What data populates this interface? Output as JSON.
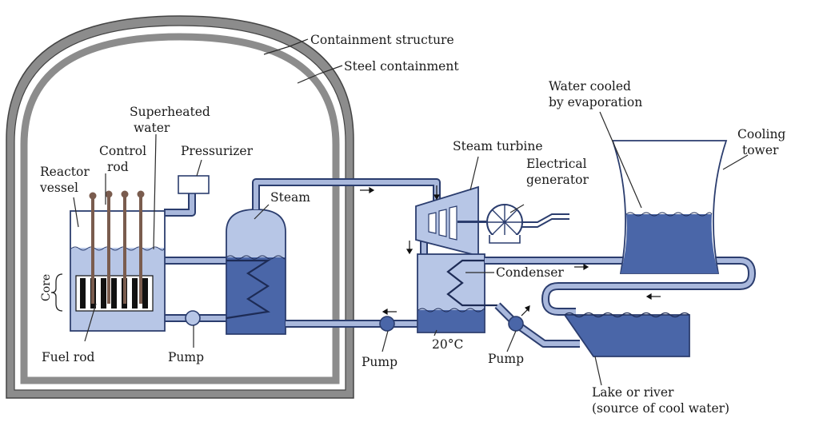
{
  "labels": {
    "containment_structure": "Containment structure",
    "steel_containment": "Steel containment",
    "superheated_water_1": "Superheated",
    "superheated_water_2": "water",
    "control_rod_1": "Control",
    "control_rod_2": "rod",
    "pressurizer": "Pressurizer",
    "reactor_vessel_1": "Reactor",
    "reactor_vessel_2": "vessel",
    "steam": "Steam",
    "core": "Core",
    "fuel_rod": "Fuel rod",
    "pump_reactor": "Pump",
    "pump_main": "Pump",
    "pump_river": "Pump",
    "temperature": "20°C",
    "steam_turbine": "Steam turbine",
    "electrical_generator_1": "Electrical",
    "electrical_generator_2": "generator",
    "condenser": "Condenser",
    "water_cooled_1": "Water cooled",
    "water_cooled_2": "by evaporation",
    "cooling_tower_1": "Cooling",
    "cooling_tower_2": "tower",
    "lake_river_1": "Lake or river",
    "lake_river_2": "(source of cool water)"
  },
  "colors": {
    "water_dark": "#4a66a8",
    "water_light": "#b7c6e6",
    "containment_gray": "#8c8c8c",
    "outline": "#2b3d6e"
  }
}
